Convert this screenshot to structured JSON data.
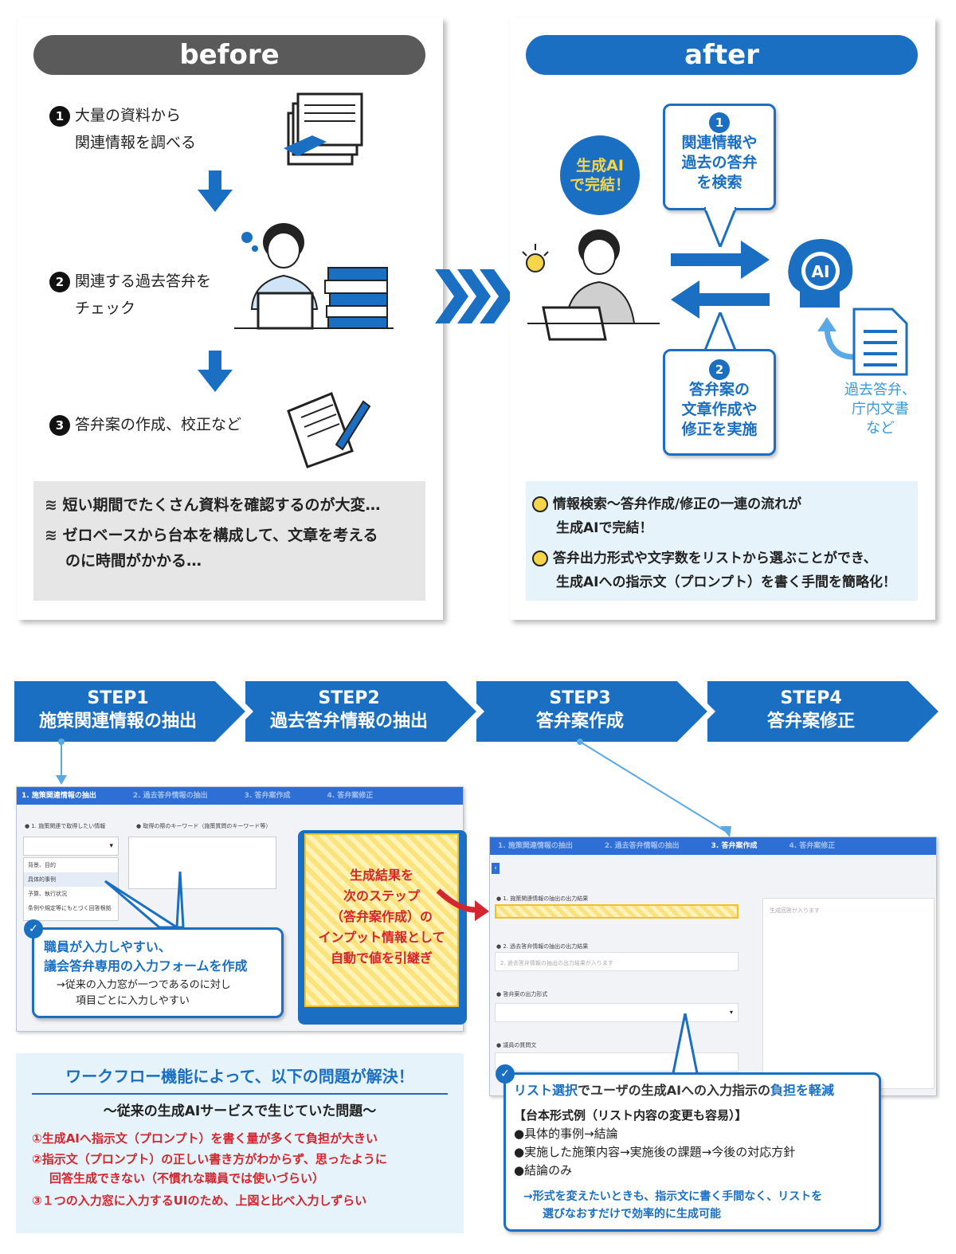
{
  "before": {
    "title": "before",
    "step1_line1": "大量の資料から",
    "step1_line2": "関連情報を調べる",
    "step2_line1": "関連する過去答弁を",
    "step2_line2": "チェック",
    "step3": "答弁案の作成、校正など",
    "nums": [
      "1",
      "2",
      "3"
    ],
    "problem1": "短い期間でたくさん資料を確認するのが大変…",
    "problem2_line1": "ゼロベースから台本を構成して、文章を考える",
    "problem2_line2": "のに時間がかかる…"
  },
  "after": {
    "title": "after",
    "badge_line1": "生成AI",
    "badge_line2": "で完結！",
    "bubble1_num": "1",
    "bubble1_lines": [
      "関連情報や",
      "過去の答弁",
      "を検索"
    ],
    "bubble2_num": "2",
    "bubble2_lines": [
      "答弁案の",
      "文章作成や",
      "修正を実施"
    ],
    "ai_label": "AI",
    "doc_caption": [
      "過去答弁、",
      "庁内文書",
      "など"
    ],
    "benefit1_line1": "情報検索～答弁作成/修正の一連の流れが",
    "benefit1_line2": "生成AIで完結！",
    "benefit2_line1": "答弁出力形式や文字数をリストから選ぶことができ、",
    "benefit2_line2": "生成AIへの指示文（プロンプト）を書く手間を簡略化！"
  },
  "steps": [
    {
      "label": "STEP1",
      "title": "施策関連情報の抽出"
    },
    {
      "label": "STEP2",
      "title": "過去答弁情報の抽出"
    },
    {
      "label": "STEP3",
      "title": "答弁案作成"
    },
    {
      "label": "STEP4",
      "title": "答弁案修正"
    }
  ],
  "mock1": {
    "tab_active": "1. 施策関連情報の抽出",
    "tabs_inactive": [
      "2. 過去答弁情報の抽出",
      "3. 答弁案作成",
      "4. 答弁案修正"
    ],
    "field1_label": "● 1. 施策関連で取得したい情報",
    "field2_label": "● 取得の際のキーワード（施策質問のキーワード等）",
    "options": [
      "背景、目的",
      "具体的事例",
      "予算、執行状況",
      "条例や規定等にもとづく回答根拠"
    ]
  },
  "callout1": {
    "line1": "職員が入力しやすい、",
    "line2": "議会答弁専用の入力フォームを作成",
    "sub1": "→従来の入力窓が一つであるのに対し",
    "sub2": "項目ごとに入力しやすい"
  },
  "yellow_box": {
    "lines": [
      "生成結果を",
      "次のステップ",
      "（答弁案作成）の",
      "インプット情報として",
      "自動で値を引継ぎ"
    ]
  },
  "mock3": {
    "tabs_inactive": [
      "1. 施策関連情報の抽出",
      "2. 過去答弁情報の抽出",
      "4. 答弁案修正"
    ],
    "tab_active": "3. 答弁案作成",
    "field1": "● 1. 施策関連情報の抽出の出力結果",
    "field2": "● 2. 過去答弁情報の抽出の出力結果",
    "field2_placeholder": "2. 過去答弁情報の抽出の出力結果が入ります",
    "field3": "● 答弁案の出力形式",
    "field4": "● 議員の質問文",
    "right_placeholder": "生成回答が入ります"
  },
  "callout3": {
    "title_parts": [
      "リスト選択",
      "でユーザの生成AIへの入力指示の",
      "負担を軽減"
    ],
    "example_heading": "【台本形式例（リスト内容の変更も容易）】",
    "examples": [
      "●具体的事例→結論",
      "●実施した施策内容→実施後の課題→今後の対応方針",
      "●結論のみ"
    ],
    "note1": "→形式を変えたいときも、指示文に書く手間なく、リストを",
    "note2": "選びなおすだけで効率的に生成可能"
  },
  "solution": {
    "title": "ワークフロー機能によって、以下の問題が解決！",
    "subtitle": "～従来の生成AIサービスで生じていた問題～",
    "items": [
      "①生成AIへ指示文（プロンプト）を書く量が多くて負担が大きい",
      "②指示文（プロンプト）の正しい書き方がわからず、思ったように",
      "回答生成できない（不慣れな職員では使いづらい）",
      "③１つの入力窓に入力するUIのため、上図と比べ入力しずらい"
    ]
  },
  "colors": {
    "blue": "#1a6fc2",
    "gray_pill": "#5a5a5a",
    "light_blue": "#e6f3fb",
    "yellow": "#f7d54a",
    "red": "#d3262e"
  }
}
